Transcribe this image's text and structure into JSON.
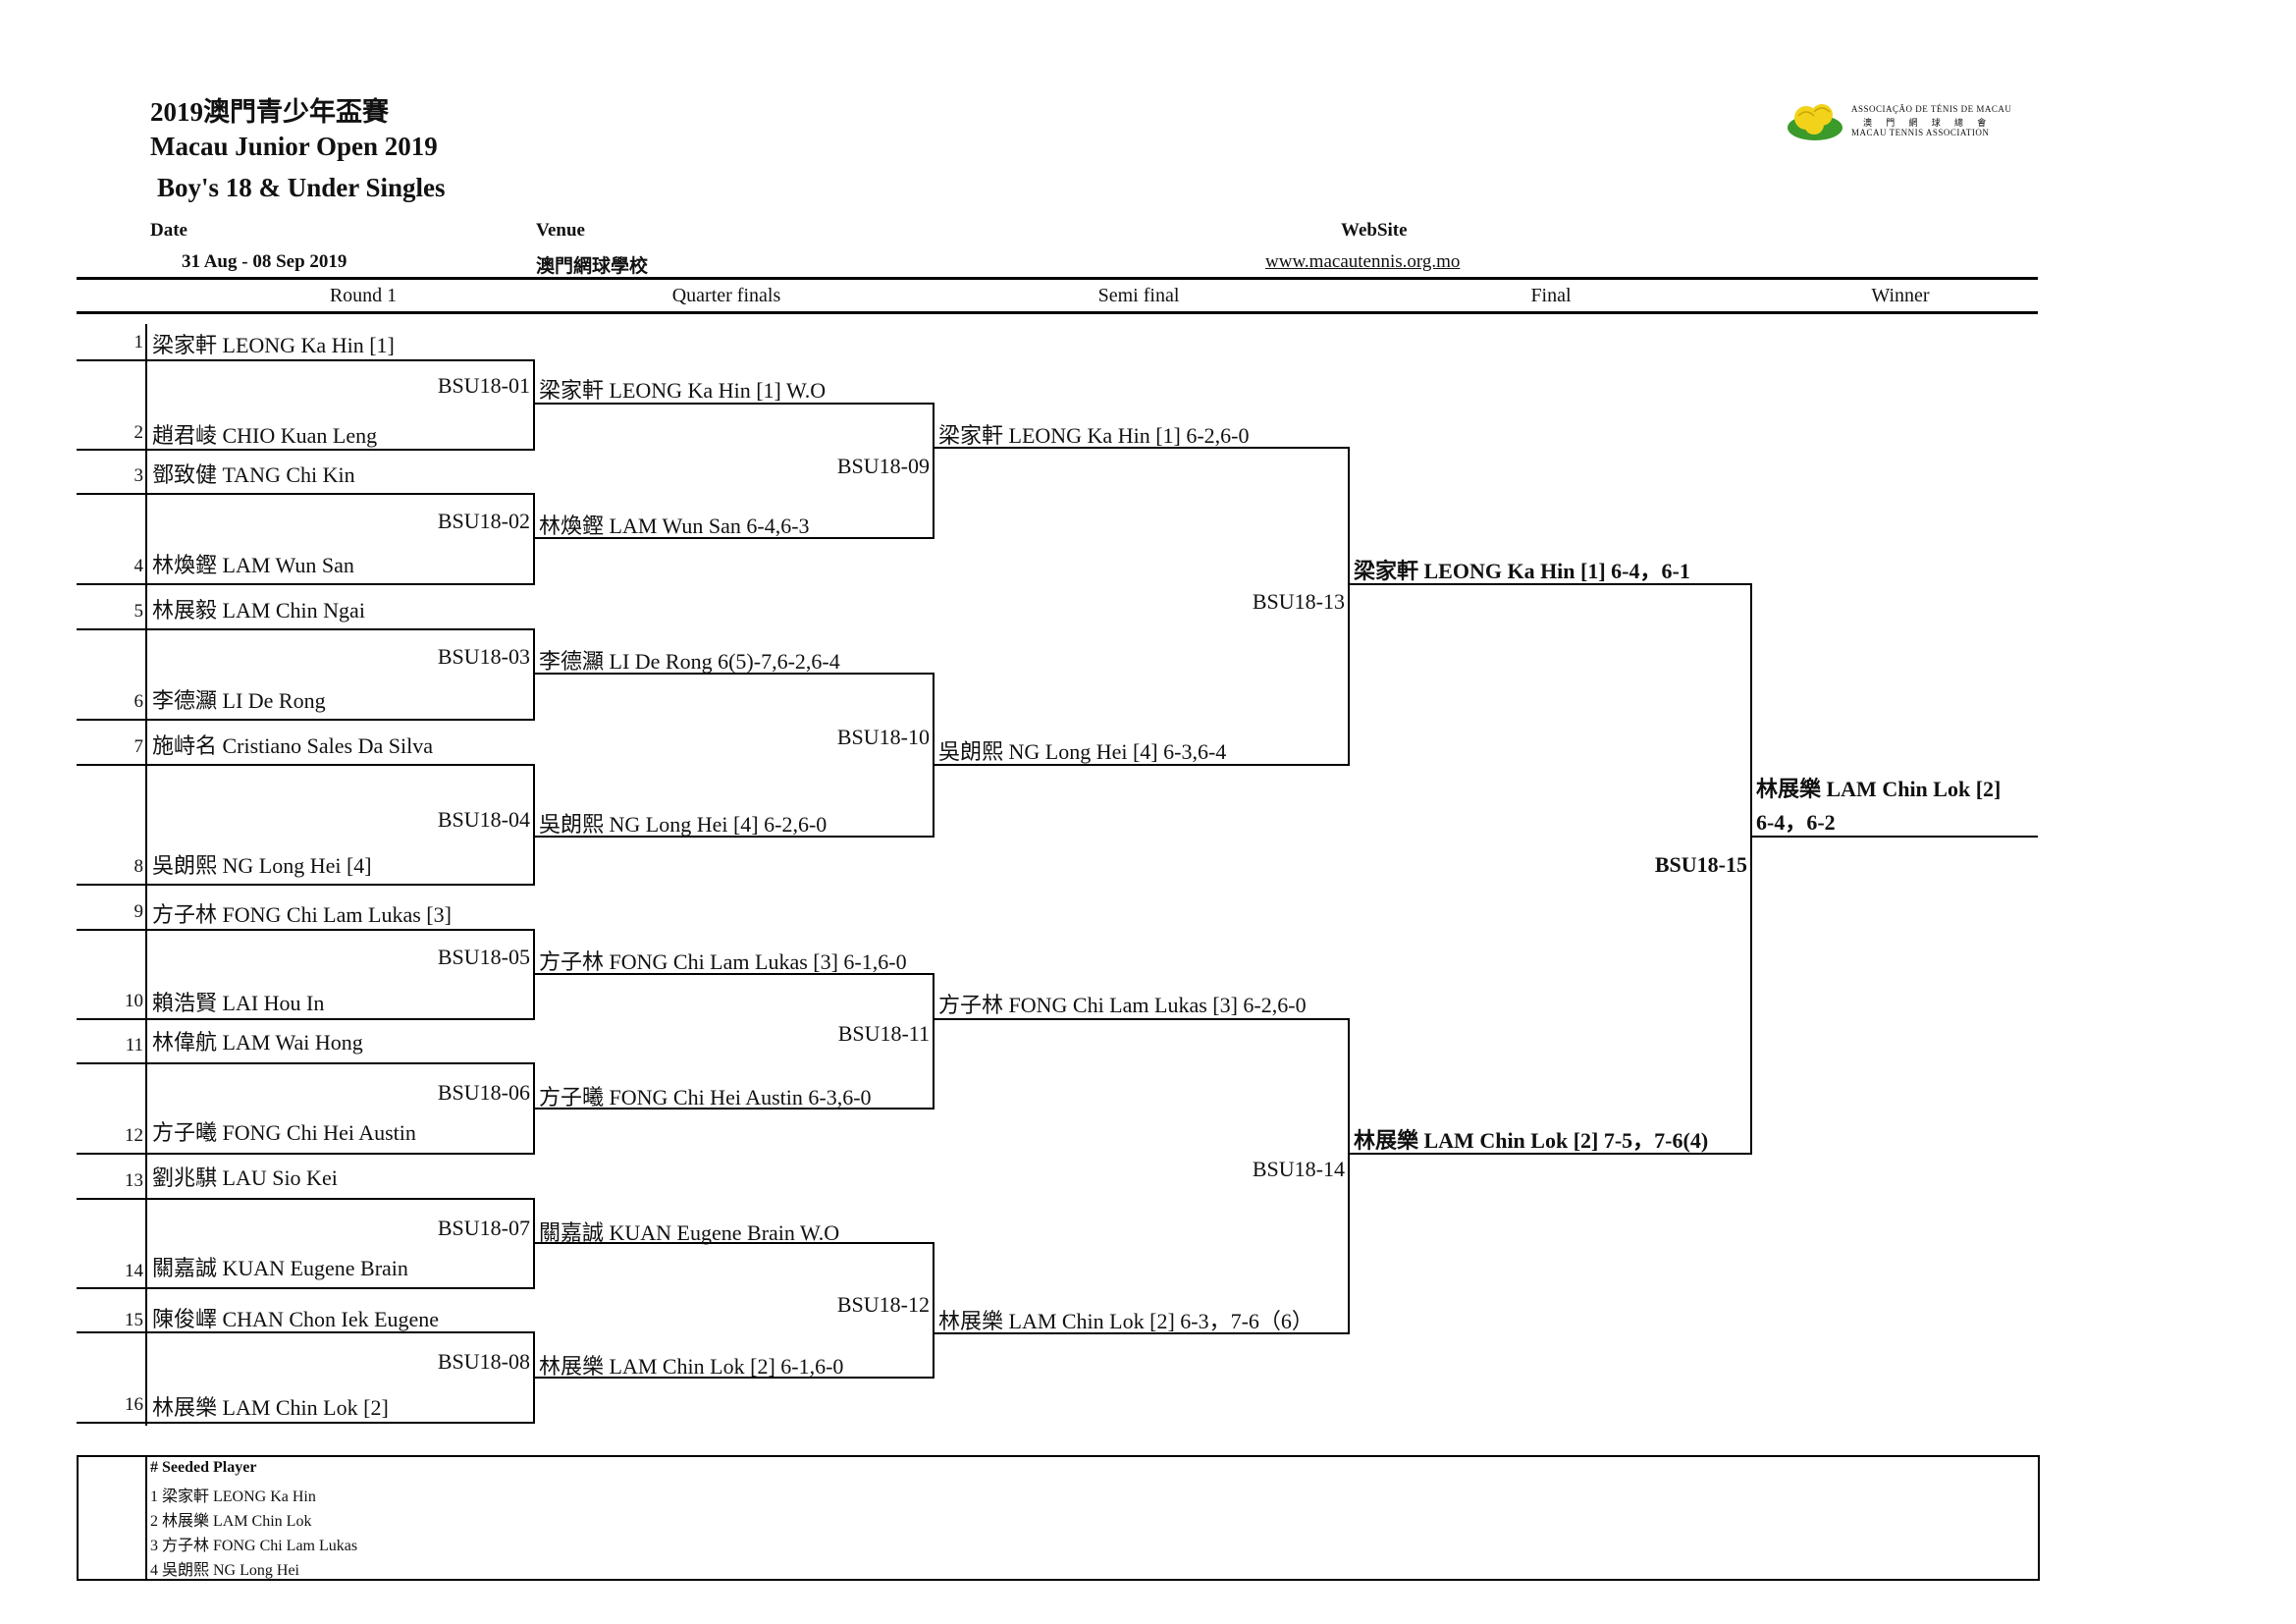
{
  "header": {
    "title_cn": "2019澳門青少年盃賽",
    "title_en": "Macau Junior Open 2019",
    "event": "Boy's 18 & Under Singles",
    "date_label": "Date",
    "date_value": "31 Aug - 08 Sep 2019",
    "venue_label": "Venue",
    "venue_value": "澳門網球學校",
    "website_label": "WebSite",
    "website_value": "www.macautennis.org.mo"
  },
  "logo": {
    "line1": "ASSOCIAÇÃO DE TÉNIS DE MACAU",
    "line2": "澳 門 網 球 總 會",
    "line3": "MACAU TENNIS ASSOCIATION",
    "colors": {
      "ball": "#f2d21b",
      "leaf": "#3a9a2a",
      "text": "#333333"
    }
  },
  "columns": [
    "Round 1",
    "Quarter finals",
    "Semi final",
    "Final",
    "Winner"
  ],
  "round1": [
    {
      "n": "1",
      "name": "梁家軒 LEONG Ka Hin [1]"
    },
    {
      "n": "2",
      "name": "趙君崚 CHIO Kuan Leng"
    },
    {
      "n": "3",
      "name": "鄧致健 TANG Chi Kin"
    },
    {
      "n": "4",
      "name": "林煥鏗 LAM Wun San"
    },
    {
      "n": "5",
      "name": "林展毅 LAM Chin Ngai"
    },
    {
      "n": "6",
      "name": "李德灦 LI De Rong"
    },
    {
      "n": "7",
      "name": "施峙名 Cristiano Sales Da Silva"
    },
    {
      "n": "8",
      "name": "吳朗熙 NG Long Hei [4]"
    },
    {
      "n": "9",
      "name": "方子林 FONG Chi Lam Lukas [3]"
    },
    {
      "n": "10",
      "name": "賴浩賢 LAI Hou In"
    },
    {
      "n": "11",
      "name": "林偉航 LAM Wai Hong"
    },
    {
      "n": "12",
      "name": "方子曦 FONG Chi Hei Austin"
    },
    {
      "n": "13",
      "name": "劉兆騏 LAU Sio Kei"
    },
    {
      "n": "14",
      "name": "關嘉誠 KUAN Eugene Brain"
    },
    {
      "n": "15",
      "name": "陳俊嶧 CHAN Chon Iek Eugene"
    },
    {
      "n": "16",
      "name": "林展樂 LAM Chin Lok [2]"
    }
  ],
  "qf": [
    {
      "match": "BSU18-01",
      "result": "梁家軒 LEONG Ka Hin [1] W.O"
    },
    {
      "match": "BSU18-02",
      "result": "林煥鏗 LAM Wun San 6-4,6-3"
    },
    {
      "match": "BSU18-03",
      "result": "李德灦 LI De Rong 6(5)-7,6-2,6-4"
    },
    {
      "match": "BSU18-04",
      "result": "吳朗熙 NG Long Hei [4] 6-2,6-0"
    },
    {
      "match": "BSU18-05",
      "result": "方子林 FONG Chi Lam Lukas [3] 6-1,6-0"
    },
    {
      "match": "BSU18-06",
      "result": "方子曦 FONG Chi Hei Austin 6-3,6-0"
    },
    {
      "match": "BSU18-07",
      "result": "關嘉誠 KUAN Eugene Brain W.O"
    },
    {
      "match": "BSU18-08",
      "result": "林展樂 LAM Chin Lok [2] 6-1,6-0"
    }
  ],
  "sf": [
    {
      "match": "BSU18-09",
      "result": "梁家軒 LEONG Ka Hin [1] 6-2,6-0"
    },
    {
      "match": "BSU18-10",
      "result": "吳朗熙 NG Long Hei [4]  6-3,6-4"
    },
    {
      "match": "BSU18-11",
      "result": "方子林 FONG Chi Lam Lukas [3] 6-2,6-0"
    },
    {
      "match": "BSU18-12",
      "result": "林展樂 LAM Chin Lok [2] 6-3，7-6（6）"
    }
  ],
  "final": [
    {
      "match": "BSU18-13",
      "result": "梁家軒 LEONG Ka Hin [1] 6-4，6-1"
    },
    {
      "match": "BSU18-14",
      "result": "林展樂 LAM Chin Lok [2] 7-5，7-6(4)"
    }
  ],
  "winner": {
    "match": "BSU18-15",
    "name": "林展樂 LAM Chin Lok [2]",
    "score": "6-4，6-2"
  },
  "seeded": {
    "title": "# Seeded Player",
    "players": [
      "1 梁家軒 LEONG Ka Hin",
      "2 林展樂 LAM Chin Lok",
      "3 方子林 FONG Chi Lam Lukas",
      "4 吳朗熙 NG Long Hei"
    ]
  }
}
